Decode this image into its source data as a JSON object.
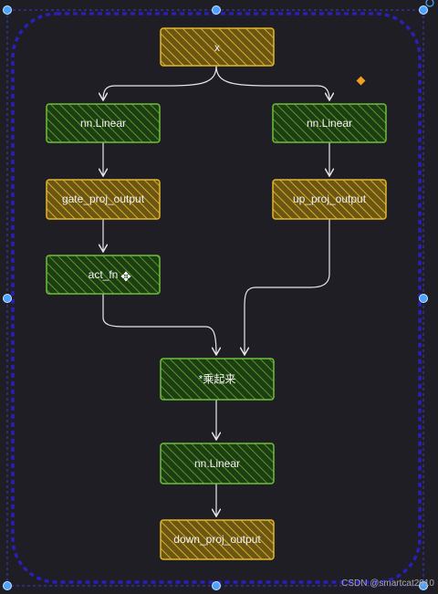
{
  "diagram": {
    "nodes": [
      {
        "id": "x",
        "label": "x",
        "kind": "tensor"
      },
      {
        "id": "linear_gate",
        "label": "nn.Linear",
        "kind": "layer"
      },
      {
        "id": "linear_up",
        "label": "nn.Linear",
        "kind": "layer"
      },
      {
        "id": "gate_proj_output",
        "label": "gate_proj_output",
        "kind": "tensor"
      },
      {
        "id": "up_proj_output",
        "label": "up_proj_output",
        "kind": "tensor"
      },
      {
        "id": "act_fn",
        "label": "act_fn",
        "kind": "layer"
      },
      {
        "id": "multiply",
        "label": "*乘起来",
        "kind": "layer"
      },
      {
        "id": "linear_down",
        "label": "nn.Linear",
        "kind": "layer"
      },
      {
        "id": "down_proj_output",
        "label": "down_proj_output",
        "kind": "tensor"
      }
    ],
    "edges": [
      [
        "x",
        "linear_gate"
      ],
      [
        "x",
        "linear_up"
      ],
      [
        "linear_gate",
        "gate_proj_output"
      ],
      [
        "linear_up",
        "up_proj_output"
      ],
      [
        "gate_proj_output",
        "act_fn"
      ],
      [
        "act_fn",
        "multiply"
      ],
      [
        "up_proj_output",
        "multiply"
      ],
      [
        "multiply",
        "linear_down"
      ],
      [
        "linear_down",
        "down_proj_output"
      ]
    ]
  },
  "colors": {
    "background": "#1e1e24",
    "tensor_fill": "#a0821a",
    "tensor_stroke": "#e3b62e",
    "layer_fill": "#2f5e1b",
    "layer_stroke": "#6fbf3a",
    "edge": "#e8e8e8",
    "selection": "#3b3bd6",
    "handle": "#4aa3ff"
  },
  "watermark": "CSDN @smartcat2010"
}
